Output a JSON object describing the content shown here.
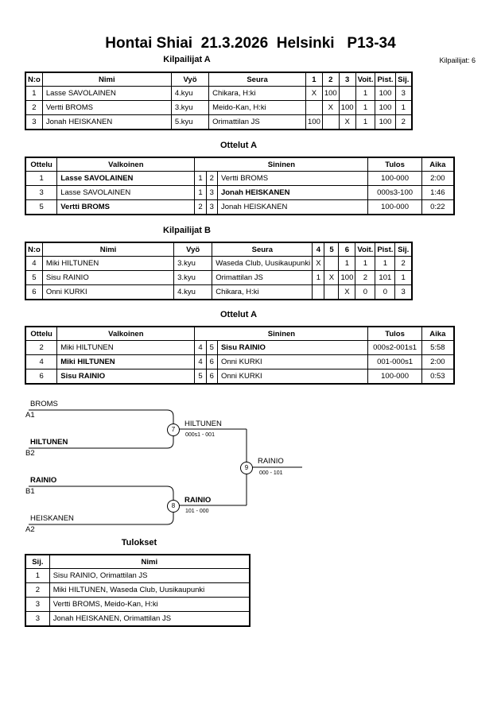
{
  "header": {
    "title": "Hontai Shiai  21.3.2026  Helsinki   P13-34",
    "competitors_count": "Kilpailijat: 6"
  },
  "pool_a": {
    "title": "Kilpailijat A",
    "columns": [
      "N:o",
      "Nimi",
      "Vyö",
      "Seura",
      "1",
      "2",
      "3",
      "Voit.",
      "Pist.",
      "Sij."
    ],
    "rows": [
      [
        "1",
        "Lasse SAVOLAINEN",
        "4.kyu",
        "Chikara, H:ki",
        "X",
        "100",
        "",
        "1",
        "100",
        "3"
      ],
      [
        "2",
        "Vertti BROMS",
        "3.kyu",
        "Meido-Kan, H:ki",
        "",
        "X",
        "100",
        "1",
        "100",
        "1"
      ],
      [
        "3",
        "Jonah HEISKANEN",
        "5.kyu",
        "Orimattilan JS",
        "100",
        "",
        "X",
        "1",
        "100",
        "2"
      ]
    ]
  },
  "matches_a": {
    "title": "Ottelut A",
    "columns": [
      "Ottelu",
      "Valkoinen",
      "",
      "",
      "Sininen",
      "Tulos",
      "Aika"
    ],
    "rows": [
      {
        "no": "1",
        "white": "Lasse SAVOLAINEN",
        "wn": "1",
        "bn": "2",
        "blue": "Vertti BROMS",
        "result": "100-000",
        "time": "2:00",
        "winner": "white"
      },
      {
        "no": "3",
        "white": "Lasse SAVOLAINEN",
        "wn": "1",
        "bn": "3",
        "blue": "Jonah HEISKANEN",
        "result": "000s3-100",
        "time": "1:46",
        "winner": "blue"
      },
      {
        "no": "5",
        "white": "Vertti BROMS",
        "wn": "2",
        "bn": "3",
        "blue": "Jonah HEISKANEN",
        "result": "100-000",
        "time": "0:22",
        "winner": "white"
      }
    ]
  },
  "pool_b": {
    "title": "Kilpailijat B",
    "columns": [
      "N:o",
      "Nimi",
      "Vyö",
      "Seura",
      "4",
      "5",
      "6",
      "Voit.",
      "Pist.",
      "Sij."
    ],
    "rows": [
      [
        "4",
        "Miki HILTUNEN",
        "3.kyu",
        "Waseda Club, Uusikaupunki",
        "X",
        "",
        "1",
        "1",
        "1",
        "2"
      ],
      [
        "5",
        "Sisu RAINIO",
        "3.kyu",
        "Orimattilan JS",
        "1",
        "X",
        "100",
        "2",
        "101",
        "1"
      ],
      [
        "6",
        "Onni KURKI",
        "4.kyu",
        "Chikara, H:ki",
        "",
        "",
        "X",
        "0",
        "0",
        "3"
      ]
    ]
  },
  "matches_b": {
    "title": "Ottelut A",
    "columns": [
      "Ottelu",
      "Valkoinen",
      "",
      "",
      "Sininen",
      "Tulos",
      "Aika"
    ],
    "rows": [
      {
        "no": "2",
        "white": "Miki HILTUNEN",
        "wn": "4",
        "bn": "5",
        "blue": "Sisu RAINIO",
        "result": "000s2-001s1",
        "time": "5:58",
        "winner": "blue"
      },
      {
        "no": "4",
        "white": "Miki HILTUNEN",
        "wn": "4",
        "bn": "6",
        "blue": "Onni KURKI",
        "result": "001-000s1",
        "time": "2:00",
        "winner": "white"
      },
      {
        "no": "6",
        "white": "Sisu RAINIO",
        "wn": "5",
        "bn": "6",
        "blue": "Onni KURKI",
        "result": "100-000",
        "time": "0:53",
        "winner": "white"
      }
    ]
  },
  "bracket": {
    "semi1": {
      "top_name": "BROMS",
      "top_seed": "A1",
      "bottom_name": "HILTUNEN",
      "bottom_seed": "B2",
      "match_no": "7",
      "winner": "HILTUNEN",
      "score": "000s1 - 001"
    },
    "semi2": {
      "top_name": "RAINIO",
      "top_seed": "B1",
      "bottom_name": "HEISKANEN",
      "bottom_seed": "A2",
      "match_no": "8",
      "winner": "RAINIO",
      "score": "101 - 000"
    },
    "final": {
      "match_no": "9",
      "winner": "RAINIO",
      "score": "000 - 101"
    }
  },
  "results": {
    "title": "Tulokset",
    "columns": [
      "Sij.",
      "Nimi"
    ],
    "rows": [
      [
        "1",
        "Sisu RAINIO, Orimattilan JS"
      ],
      [
        "2",
        "Miki HILTUNEN, Waseda Club, Uusikaupunki"
      ],
      [
        "3",
        "Vertti BROMS, Meido-Kan, H:ki"
      ],
      [
        "3",
        "Jonah HEISKANEN, Orimattilan JS"
      ]
    ]
  }
}
